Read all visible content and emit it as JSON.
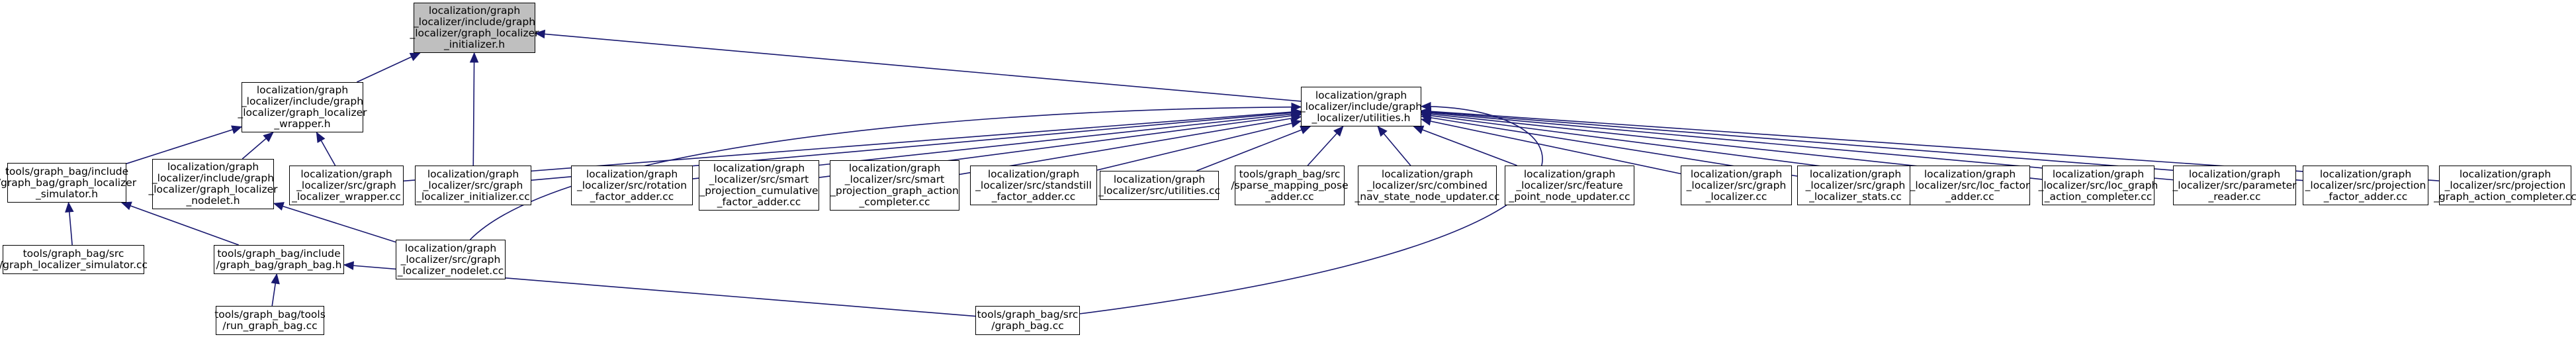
{
  "diagram": {
    "type": "include-dependency-graph",
    "edge_color": "#191970",
    "root_fill": "#bfbfbf",
    "node_fill": "#ffffff",
    "nodes": {
      "initializer_h": [
        "localization/graph",
        "_localizer/include/graph",
        "_localizer/graph_localizer",
        "_initializer.h"
      ],
      "wrapper_h": [
        "localization/graph",
        "_localizer/include/graph",
        "_localizer/graph_localizer",
        "_wrapper.h"
      ],
      "utilities_h": [
        "localization/graph",
        "_localizer/include/graph",
        "_localizer/utilities.h"
      ],
      "simulator_h": [
        "tools/graph_bag/include",
        "/graph_bag/graph_localizer",
        "_simulator.h"
      ],
      "nodelet_h": [
        "localization/graph",
        "_localizer/include/graph",
        "_localizer/graph_localizer",
        "_nodelet.h"
      ],
      "wrapper_cc": [
        "localization/graph",
        "_localizer/src/graph",
        "_localizer_wrapper.cc"
      ],
      "initializer_cc": [
        "localization/graph",
        "_localizer/src/graph",
        "_localizer_initializer.cc"
      ],
      "rotation_cc": [
        "localization/graph",
        "_localizer/src/rotation",
        "_factor_adder.cc"
      ],
      "cumulative_cc": [
        "localization/graph",
        "_localizer/src/smart",
        "_projection_cumulative",
        "_factor_adder.cc"
      ],
      "smart_completer_cc": [
        "localization/graph",
        "_localizer/src/smart",
        "_projection_graph_action",
        "_completer.cc"
      ],
      "standstill_cc": [
        "localization/graph",
        "_localizer/src/standstill",
        "_factor_adder.cc"
      ],
      "utilities_cc": [
        "localization/graph",
        "_localizer/src/utilities.cc"
      ],
      "sparse_cc": [
        "tools/graph_bag/src",
        "/sparse_mapping_pose",
        "_adder.cc"
      ],
      "combined_cc": [
        "localization/graph",
        "_localizer/src/combined",
        "_nav_state_node_updater.cc"
      ],
      "feature_cc": [
        "localization/graph",
        "_localizer/src/feature",
        "_point_node_updater.cc"
      ],
      "localizer_cc": [
        "localization/graph",
        "_localizer/src/graph",
        "_localizer.cc"
      ],
      "stats_cc": [
        "localization/graph",
        "_localizer/src/graph",
        "_localizer_stats.cc"
      ],
      "loc_factor_cc": [
        "localization/graph",
        "_localizer/src/loc_factor",
        "_adder.cc"
      ],
      "loc_completer_cc": [
        "localization/graph",
        "_localizer/src/loc_graph",
        "_action_completer.cc"
      ],
      "param_cc": [
        "localization/graph",
        "_localizer/src/parameter",
        "_reader.cc"
      ],
      "proj_factor_cc": [
        "localization/graph",
        "_localizer/src/projection",
        "_factor_adder.cc"
      ],
      "proj_completer_cc": [
        "localization/graph",
        "_localizer/src/projection",
        "_graph_action_completer.cc"
      ],
      "simulator_cc": [
        "tools/graph_bag/src",
        "/graph_localizer_simulator.cc"
      ],
      "graph_bag_h": [
        "tools/graph_bag/include",
        "/graph_bag/graph_bag.h"
      ],
      "nodelet_cc": [
        "localization/graph",
        "_localizer/src/graph",
        "_localizer_nodelet.cc"
      ],
      "run_graph_bag_cc": [
        "tools/graph_bag/tools",
        "/run_graph_bag.cc"
      ],
      "graph_bag_cc": [
        "tools/graph_bag/src",
        "/graph_bag.cc"
      ]
    },
    "edges": [
      [
        "wrapper_h",
        "initializer_h"
      ],
      [
        "initializer_cc",
        "initializer_h"
      ],
      [
        "utilities_h",
        "initializer_h"
      ],
      [
        "simulator_h",
        "wrapper_h"
      ],
      [
        "nodelet_h",
        "wrapper_h"
      ],
      [
        "wrapper_cc",
        "wrapper_h"
      ],
      [
        "simulator_cc",
        "simulator_h"
      ],
      [
        "graph_bag_h",
        "simulator_h"
      ],
      [
        "nodelet_cc",
        "nodelet_h"
      ],
      [
        "run_graph_bag_cc",
        "graph_bag_h"
      ],
      [
        "graph_bag_cc",
        "graph_bag_h"
      ],
      [
        "wrapper_cc",
        "utilities_h"
      ],
      [
        "initializer_cc",
        "utilities_h"
      ],
      [
        "nodelet_cc",
        "utilities_h"
      ],
      [
        "rotation_cc",
        "utilities_h"
      ],
      [
        "cumulative_cc",
        "utilities_h"
      ],
      [
        "smart_completer_cc",
        "utilities_h"
      ],
      [
        "standstill_cc",
        "utilities_h"
      ],
      [
        "utilities_cc",
        "utilities_h"
      ],
      [
        "sparse_cc",
        "utilities_h"
      ],
      [
        "combined_cc",
        "utilities_h"
      ],
      [
        "feature_cc",
        "utilities_h"
      ],
      [
        "localizer_cc",
        "utilities_h"
      ],
      [
        "stats_cc",
        "utilities_h"
      ],
      [
        "loc_factor_cc",
        "utilities_h"
      ],
      [
        "loc_completer_cc",
        "utilities_h"
      ],
      [
        "param_cc",
        "utilities_h"
      ],
      [
        "proj_factor_cc",
        "utilities_h"
      ],
      [
        "proj_completer_cc",
        "utilities_h"
      ],
      [
        "graph_bag_cc",
        "utilities_h"
      ]
    ]
  }
}
